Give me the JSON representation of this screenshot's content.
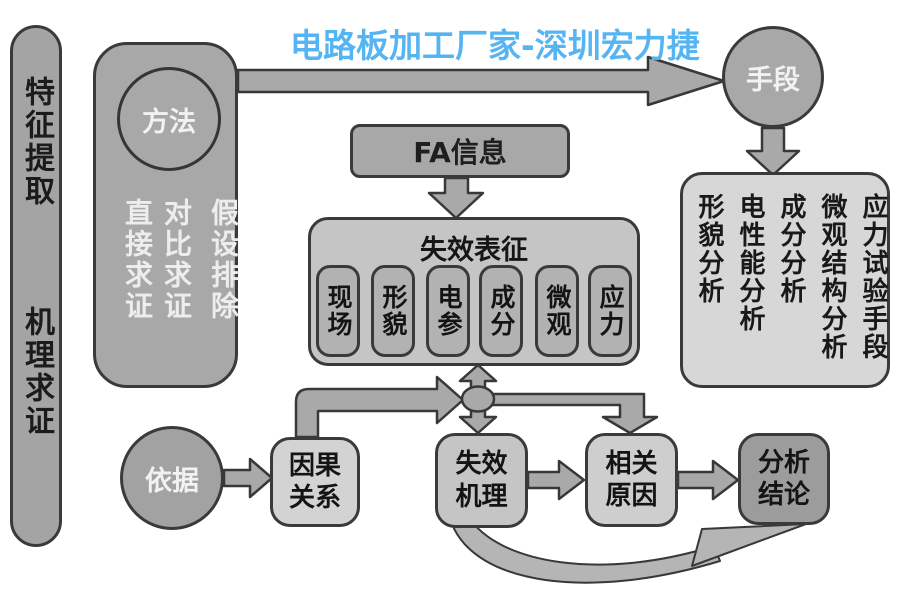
{
  "title": "电路板加工厂家-深圳宏力捷",
  "colors": {
    "title_blue": "#55b4f2",
    "arrow_gray": "#a9a9a9",
    "border_dark": "#3a3a3a",
    "panel_light_gray": "#d7d7d7",
    "panel_medium_gray": "#a8a8a8",
    "conclusion_gray": "#9c9c9c"
  },
  "left_bar": {
    "top_label": "特征提取",
    "bottom_label": "机理求证"
  },
  "method": {
    "circle_label": "方法",
    "columns": [
      "直接求证",
      "对比求证",
      "假设排除"
    ]
  },
  "means": {
    "circle_label": "手段"
  },
  "fa": {
    "label": "FA信息"
  },
  "characterization": {
    "title": "失效表征",
    "items": [
      "现场",
      "形貌",
      "电参",
      "成分",
      "微观",
      "应力"
    ]
  },
  "analysis_methods": {
    "columns": [
      "形貌分析",
      "电性能分析",
      "成分分析",
      "微观结构分析",
      "应力试验手段"
    ]
  },
  "basis": {
    "circle_label": "依据"
  },
  "flow": {
    "causal": "因果\n关系",
    "mechanism": "失效\n机理",
    "related_cause": "相关\n原因",
    "conclusion": "分析\n结论"
  }
}
